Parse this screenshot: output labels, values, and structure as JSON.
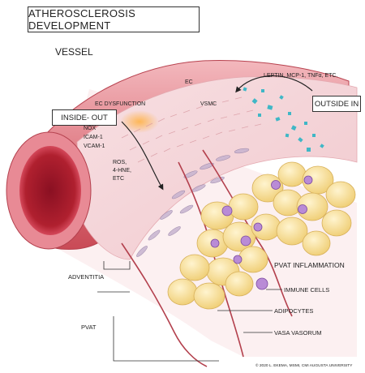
{
  "title": "ATHEROSCLEROSIS DEVELOPMENT",
  "labels": {
    "vessel": "VESSEL",
    "ec": "EC",
    "ec_dysfunction": "EC DYSFUNCTION",
    "vsmc": "VSMC",
    "inside_out": "INSIDE- OUT",
    "outside_in": "OUTSIDE IN",
    "nox": "NOX",
    "icam": "ICAM-1",
    "vcam": "VCAM-1",
    "ros_line1": "ROS,",
    "ros_line2": "4-HNE,",
    "ros_line3": "ETC",
    "cytokines": "LEPTIN, MCP-1, TNFα, ETC.",
    "adventitia": "ADVENTITIA",
    "pvat": "PVAT",
    "pvat_inflammation": "PVAT INFLAMMATION",
    "immune_cells": "IMMUNE CELLS",
    "adipocytes": "ADIPOCYTES",
    "vasa_vasorum": "VASA VASORUM",
    "copyright": "© 2020 L. EKEMA, MSMI, CMI AUGUSTA UNIVERSITY"
  },
  "colors": {
    "vessel_red": "#c9424f",
    "lumen": "#a8182e",
    "adipocyte": "#f4d98a",
    "immune": "#a772c8",
    "cytokine": "#3fb7c6"
  }
}
